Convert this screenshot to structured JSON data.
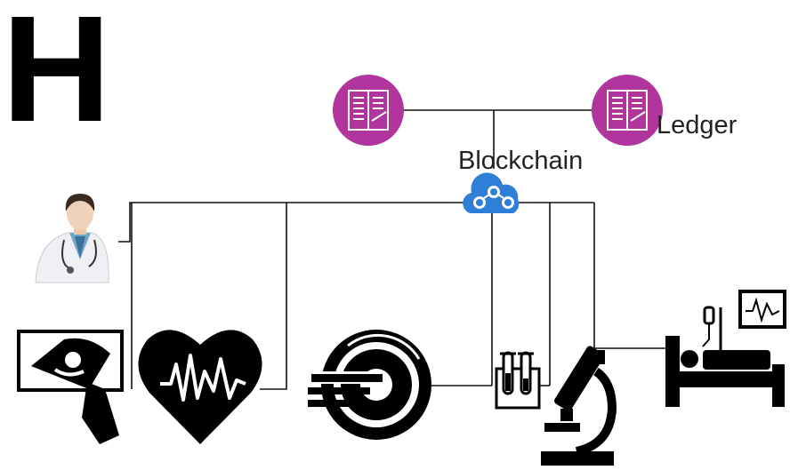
{
  "panel_letter": "H",
  "labels": {
    "ledger": "Ledger",
    "blockchain": "Blockchain"
  },
  "colors": {
    "ledger_node": "#b0369e",
    "cloud": "#2f7fd6",
    "line": "#111111",
    "icon": "#0a0a0a"
  },
  "icons": [
    "ledger-icon",
    "ledger-icon",
    "blockchain-cloud-icon",
    "doctor-icon",
    "ultrasound-icon",
    "heart-rate-icon",
    "mri-scanner-icon",
    "test-tubes-icon",
    "microscope-icon",
    "hospital-bed-monitor-icon"
  ]
}
